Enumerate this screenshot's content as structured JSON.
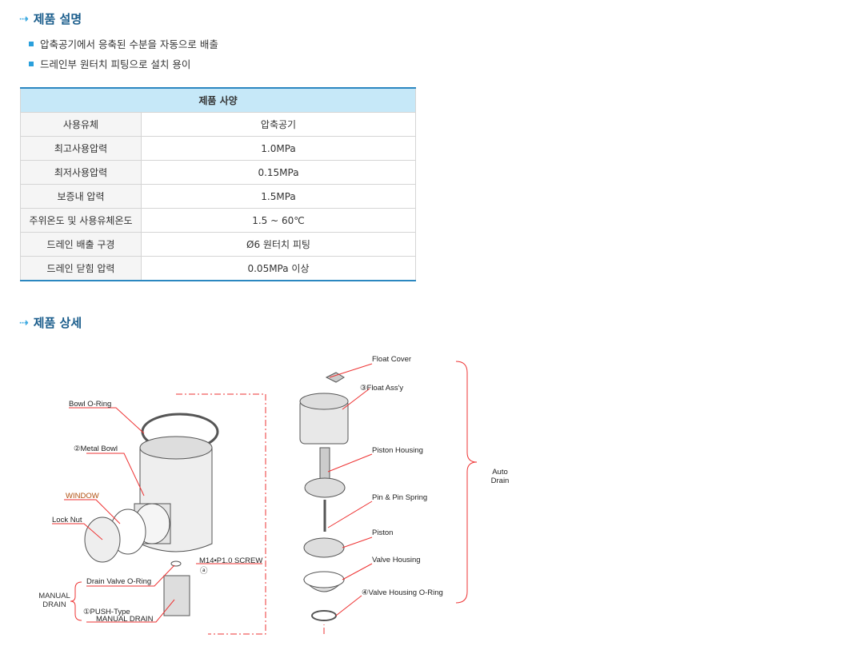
{
  "description_section": {
    "title": "제품 설명",
    "bullets": [
      "압축공기에서 응축된 수분을 자동으로 배출",
      "드레인부 원터치 피팅으로 설치 용이"
    ]
  },
  "spec_table": {
    "header": "제품 사양",
    "rows": [
      {
        "key": "사용유체",
        "value": "압축공기"
      },
      {
        "key": "최고사용압력",
        "value": "1.0MPa"
      },
      {
        "key": "최저사용압력",
        "value": "0.15MPa"
      },
      {
        "key": "보증내 압력",
        "value": "1.5MPa"
      },
      {
        "key": "주위온도 및 사용유체온도",
        "value": "1.5 ~ 60℃"
      },
      {
        "key": "드레인 배출 구경",
        "value": "Ø6 원터치 피팅"
      },
      {
        "key": "드레인 닫힘 압력",
        "value": "0.05MPa 이상"
      }
    ]
  },
  "detail_section": {
    "title": "제품 상세"
  },
  "diagram": {
    "bowl_oring": "Bowl O-Ring",
    "metal_bowl": "②Metal Bowl",
    "window": "WINDOW",
    "lock_nut": "Lock Nut",
    "manual_drain": "MANUAL DRAIN",
    "drain_oring": "Drain Valve O-Ring",
    "push_type": "①PUSH-Type",
    "push_type2": "MANUAL DRAIN",
    "screw": "M14•P1.0  SCREW",
    "screw_a": "ⓐ",
    "float_cover": "Float Cover",
    "float_assy": "③Float Ass'y",
    "piston_housing": "Piston Housing",
    "pin_spring": "Pin & Pin Spring",
    "piston": "Piston",
    "valve_housing": "Valve Housing",
    "valve_oring": "④Valve Housing O-Ring",
    "auto_drain": "Auto Drain"
  }
}
